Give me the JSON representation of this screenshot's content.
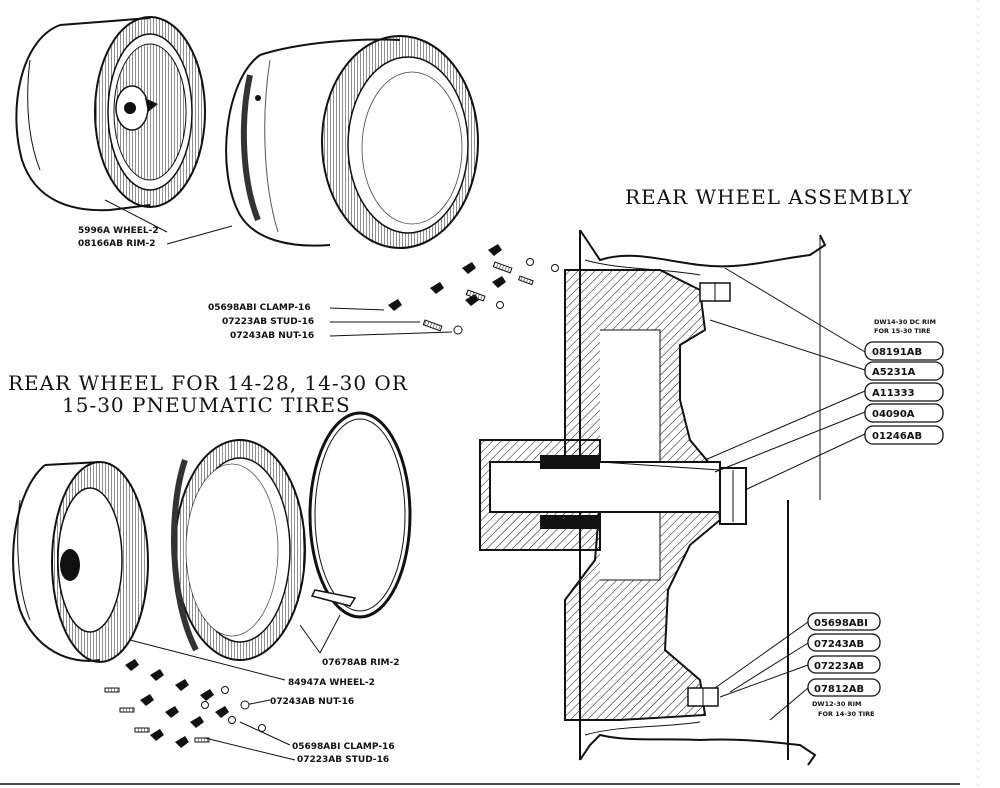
{
  "titles": {
    "assembly": "REAR WHEEL ASSEMBLY",
    "section_line1": "REAR WHEEL FOR 14-28, 14-30 OR",
    "section_line2": "15-30 PNEUMATIC TIRES"
  },
  "upper_labels": {
    "wheel": "5996A WHEEL-2",
    "rim": "08166AB RIM-2",
    "clamp": "05698ABI CLAMP-16",
    "stud": "07223AB STUD-16",
    "nut": "07243AB NUT-16"
  },
  "lower_labels": {
    "rim": "07678AB RIM-2",
    "wheel": "84947A WHEEL-2",
    "nut": "07243AB NUT-16",
    "clamp": "05698ABI CLAMP-16",
    "stud": "07223AB STUD-16"
  },
  "callouts_top": {
    "note_line1": "DW14-30 DC RIM",
    "note_line2": "FOR 15-30 TIRE",
    "parts": [
      "08191AB",
      "A5231A",
      "A11333",
      "04090A",
      "01246AB"
    ]
  },
  "callouts_bottom": {
    "parts": [
      "05698ABI",
      "07243AB",
      "07223AB",
      "07812AB"
    ],
    "note_line1": "DW12-30 RIM",
    "note_line2": "FOR 14-30 TIRE"
  }
}
